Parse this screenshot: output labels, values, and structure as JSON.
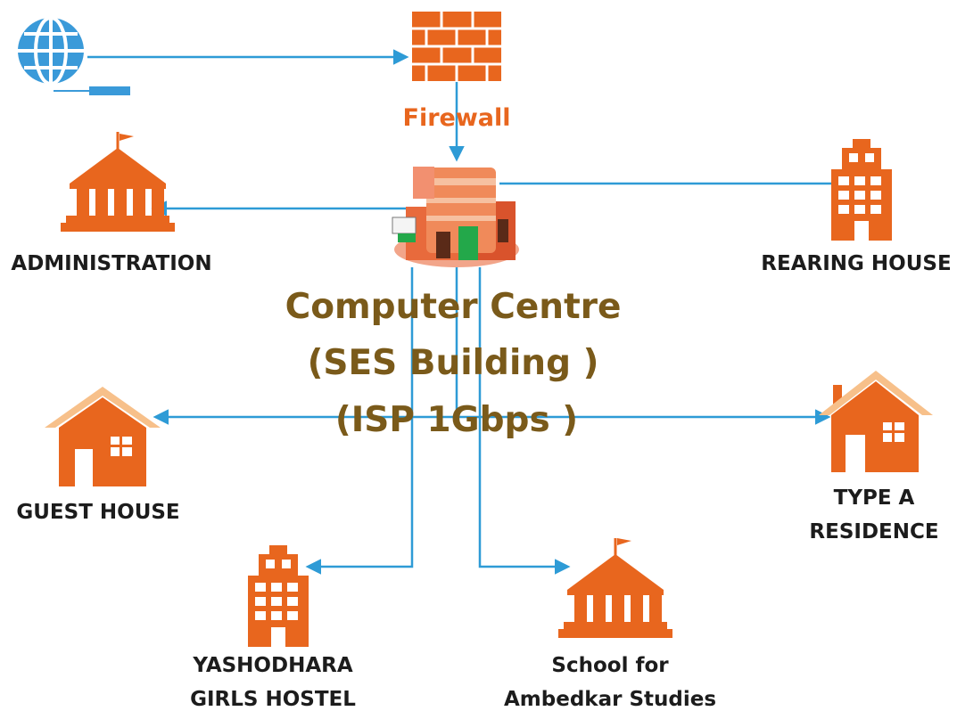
{
  "firewall_label": "Firewall",
  "centre": {
    "line1": "Computer Centre",
    "line2": "(SES Building )",
    "line3": "(ISP 1Gbps )"
  },
  "nodes": {
    "administration": "ADMINISTRATION",
    "rearing_house": "REARING HOUSE",
    "guest_house": "GUEST HOUSE",
    "type_a_line1": "TYPE A",
    "type_a_line2": "RESIDENCE",
    "hostel_line1": "YASHODHARA",
    "hostel_line2": "GIRLS HOSTEL",
    "school_line1": "School for",
    "school_line2": "Ambedkar Studies"
  },
  "colors": {
    "building": "#e8661e",
    "link": "#2e9bd6",
    "centre_text": "#7a5a1a",
    "roof": "#f7c08a"
  }
}
